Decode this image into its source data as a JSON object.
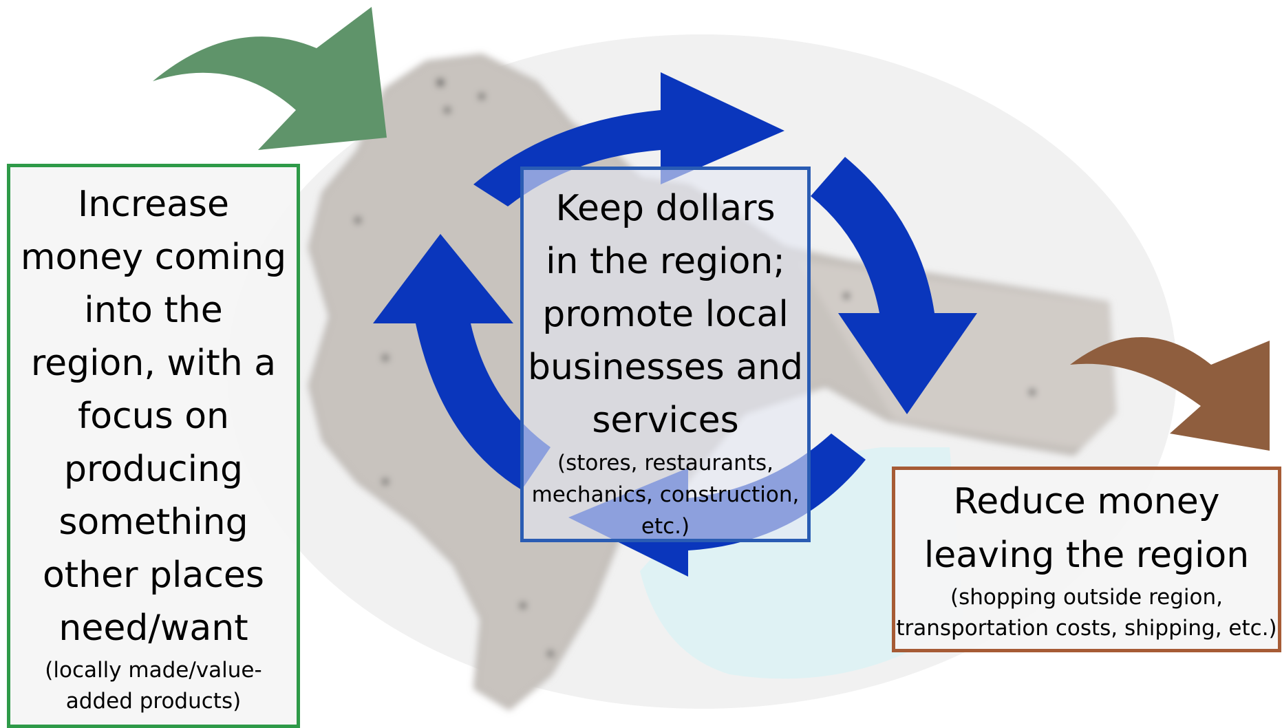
{
  "left_box": {
    "title": "Increase money coming into the region, with a focus on producing something other places need/want",
    "title_lines": [
      "Increase",
      "money coming",
      "into the",
      "region, with a",
      "focus on",
      "producing",
      "something",
      "other places",
      "need/want"
    ],
    "note_lines": [
      "(locally made/value-",
      "added products)"
    ]
  },
  "center_box": {
    "title_lines": [
      "Keep dollars",
      "in the region;",
      "promote local",
      "businesses and",
      "services"
    ],
    "note_lines": [
      "(stores, restaurants,",
      "mechanics, construction,",
      "etc.)"
    ]
  },
  "right_box": {
    "title_lines": [
      "Reduce money",
      "leaving the region"
    ],
    "note_lines": [
      "(shopping outside region,",
      "transportation costs, shipping, etc.)"
    ]
  },
  "colors": {
    "inflow_arrow": "#5f946a",
    "cycle_arrows": "#0a36bc",
    "outflow_arrow": "#8f5e3e",
    "left_border": "#2e9a48",
    "center_border": "#2a5cb3",
    "right_border": "#a65b35"
  },
  "icons": [
    "green-curved-arrow-icon",
    "blue-cycle-arrows-icon",
    "brown-curved-arrow-icon"
  ]
}
